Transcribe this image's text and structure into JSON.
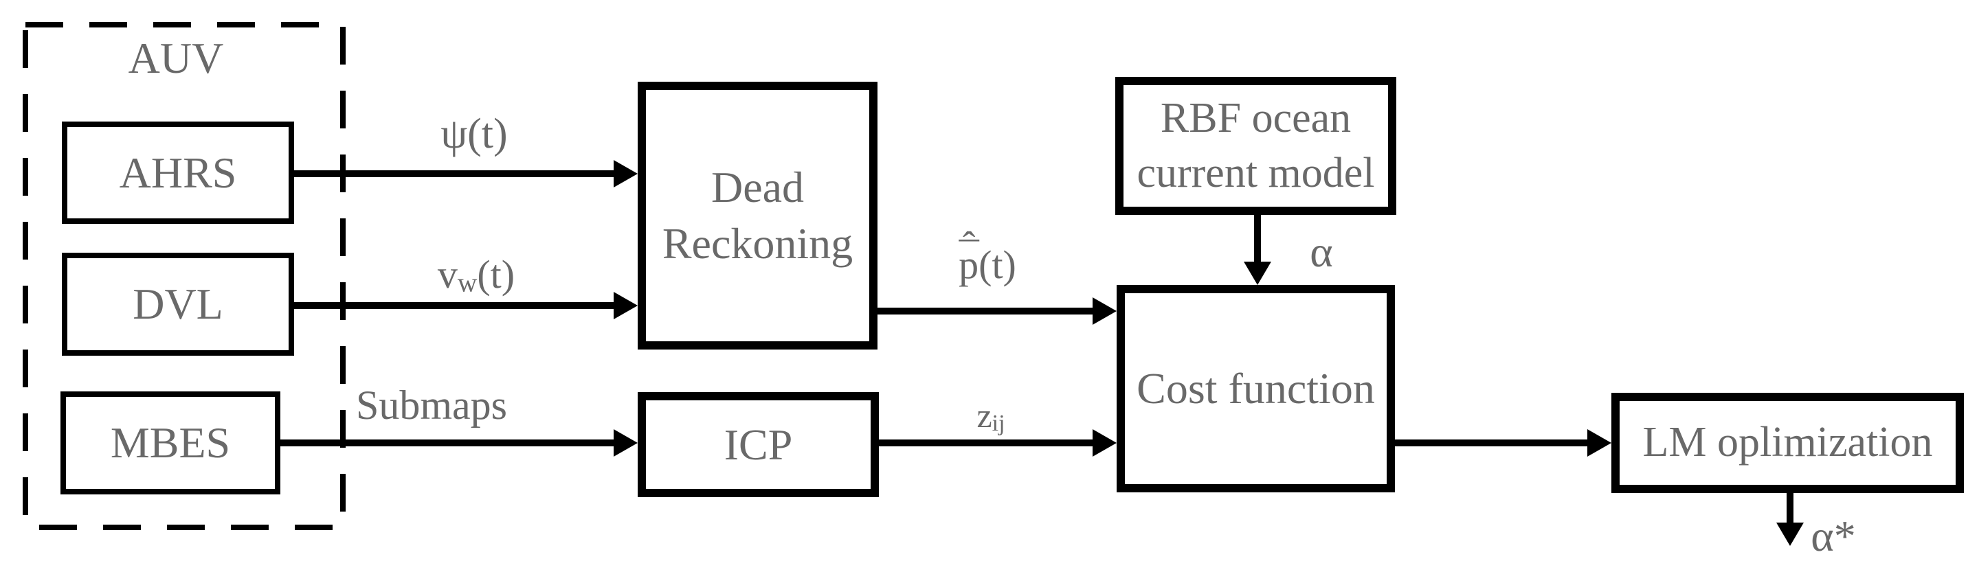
{
  "colors": {
    "background": "#ffffff",
    "line": "#000000",
    "text": "#696969"
  },
  "nodes": {
    "auv": {
      "label": "AUV"
    },
    "ahrs": {
      "label": "AHRS"
    },
    "dvl": {
      "label": "DVL"
    },
    "mbes": {
      "label": "MBES"
    },
    "dead_reckoning": {
      "line1": "Dead",
      "line2": "Reckoning"
    },
    "icp": {
      "label": "ICP"
    },
    "rbf": {
      "line1": "RBF ocean",
      "line2": "current model"
    },
    "cost_function": {
      "label": "Cost function"
    },
    "lm_optimization": {
      "label": "LM oplimization"
    }
  },
  "edges": {
    "ahrs_to_dead_reckoning": {
      "label": "ψ(t)"
    },
    "dvl_to_dead_reckoning": {
      "base": "v",
      "sub": "w",
      "suffix": "(t)"
    },
    "mbes_to_icp": {
      "label": "Submaps"
    },
    "dead_reckoning_to_cost": {
      "hat": "ˆ",
      "bar": "¯",
      "base": "p",
      "suffix": "(t)"
    },
    "icp_to_cost": {
      "base": "z",
      "sub": "ij"
    },
    "rbf_to_cost": {
      "label": "α"
    },
    "lm_output": {
      "label": "α*"
    }
  }
}
